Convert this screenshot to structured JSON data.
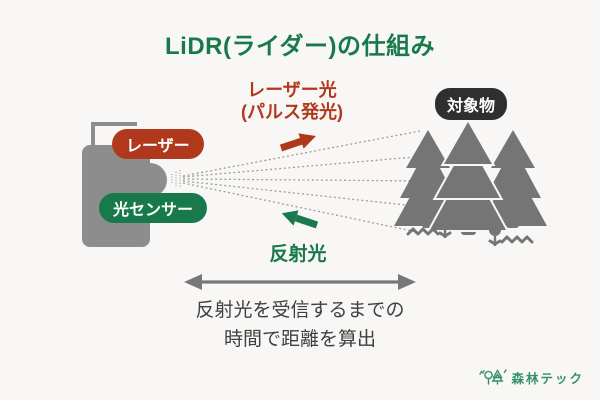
{
  "title": "LiDR(ライダー)の仕組み",
  "device": {
    "laser_label": "レーザー",
    "sensor_label": "光センサー"
  },
  "target": {
    "label": "対象物"
  },
  "laser_light": {
    "label": "レーザー光",
    "sublabel": "(パルス発光)"
  },
  "reflected_light": {
    "label": "反射光"
  },
  "caption": {
    "line1": "反射光を受信するまでの",
    "line2": "時間で距離を算出"
  },
  "footer": {
    "brand": "森林テック"
  },
  "colors": {
    "accent_green": "#18794c",
    "accent_red": "#b0391d",
    "target_badge_dark": "#2f2f2f",
    "device_gray": "#8d8d8d",
    "tree_gray": "#757575",
    "arrow_gray": "#787878",
    "background": "#f8f7f5",
    "footer_green": "#35906c"
  }
}
